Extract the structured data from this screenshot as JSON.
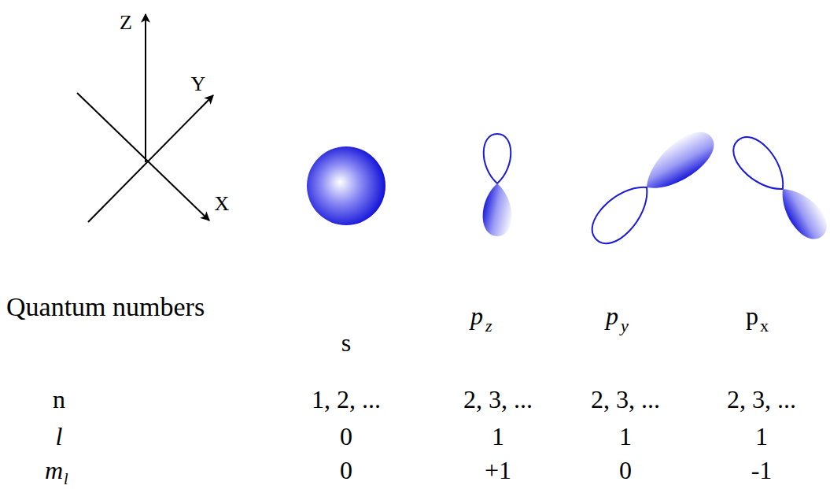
{
  "diagram": {
    "labels": [
      "Z",
      "Y",
      "X",
      "Quantum numbers",
      "s",
      "p",
      "z",
      "p",
      "y",
      "p",
      "x",
      "n",
      "l",
      "m",
      "l",
      "1, 2, ...",
      "2, 3, ...",
      "2, 3, ...",
      "2, 3, ...",
      "0",
      "1",
      "1",
      "1",
      "0",
      "+1",
      "0",
      "-1"
    ]
  }
}
